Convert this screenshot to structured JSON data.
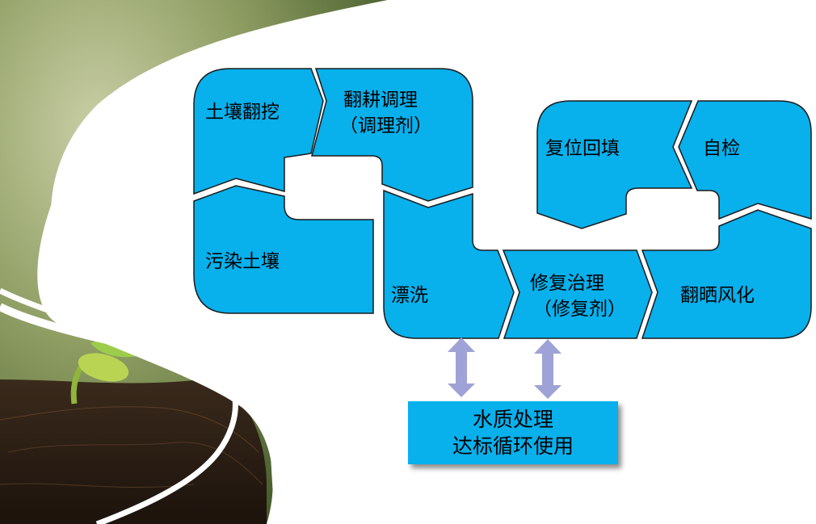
{
  "diagram": {
    "colors": {
      "block_fill": "#08b0ec",
      "block_stroke": "#1a1a1a",
      "arrow_fill": "#9ea2d6",
      "highlight_text": "#e8001c",
      "water_box_fill": "#08b0ec"
    },
    "steps": [
      {
        "id": "polluted-soil",
        "label": "污染土壤"
      },
      {
        "id": "soil-excavation",
        "label": "土壤翻挖"
      },
      {
        "id": "tillage-conditioning",
        "label": "翻耕调理",
        "note_open": "（",
        "note": "调理剂",
        "note_close": "）"
      },
      {
        "id": "rinsing",
        "label": "漂洗"
      },
      {
        "id": "remediation-treatment",
        "label": "修复治理",
        "note_open": "（",
        "note": "修复剂",
        "note_close": "）"
      },
      {
        "id": "turning-weathering",
        "label": "翻晒风化"
      },
      {
        "id": "self-inspection",
        "label": "自检"
      },
      {
        "id": "backfill",
        "label": "复位回填"
      }
    ],
    "water_box": {
      "line1": "水质处理",
      "line2": "达标循环使用"
    },
    "arrows": [
      {
        "from": "rinsing",
        "to": "water_box",
        "type": "bidirectional"
      },
      {
        "from": "remediation-treatment",
        "to": "water_box",
        "type": "bidirectional"
      }
    ]
  }
}
